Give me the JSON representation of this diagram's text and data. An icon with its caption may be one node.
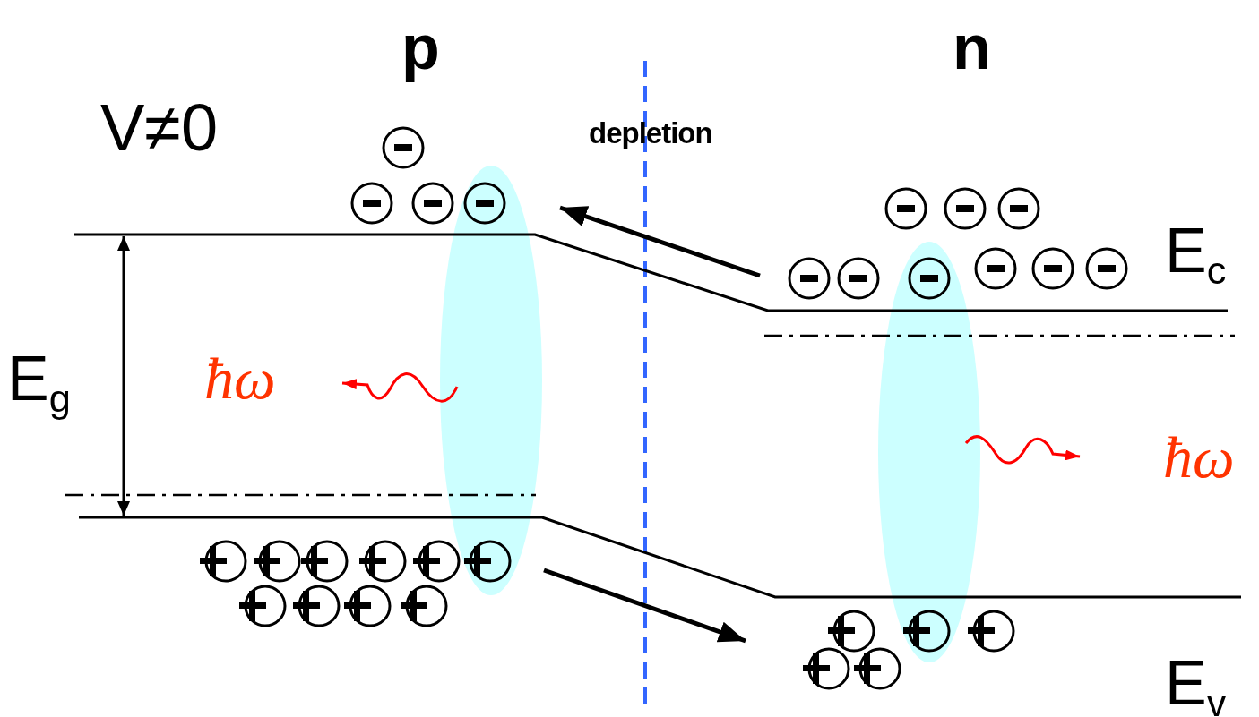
{
  "diagram": {
    "labels": [
      "p",
      "n",
      "V≠0",
      "depletion",
      "E$_{c}$",
      "E$_{g}$",
      "ħω",
      "ħω",
      "E$_{v}$"
    ]
  }
}
